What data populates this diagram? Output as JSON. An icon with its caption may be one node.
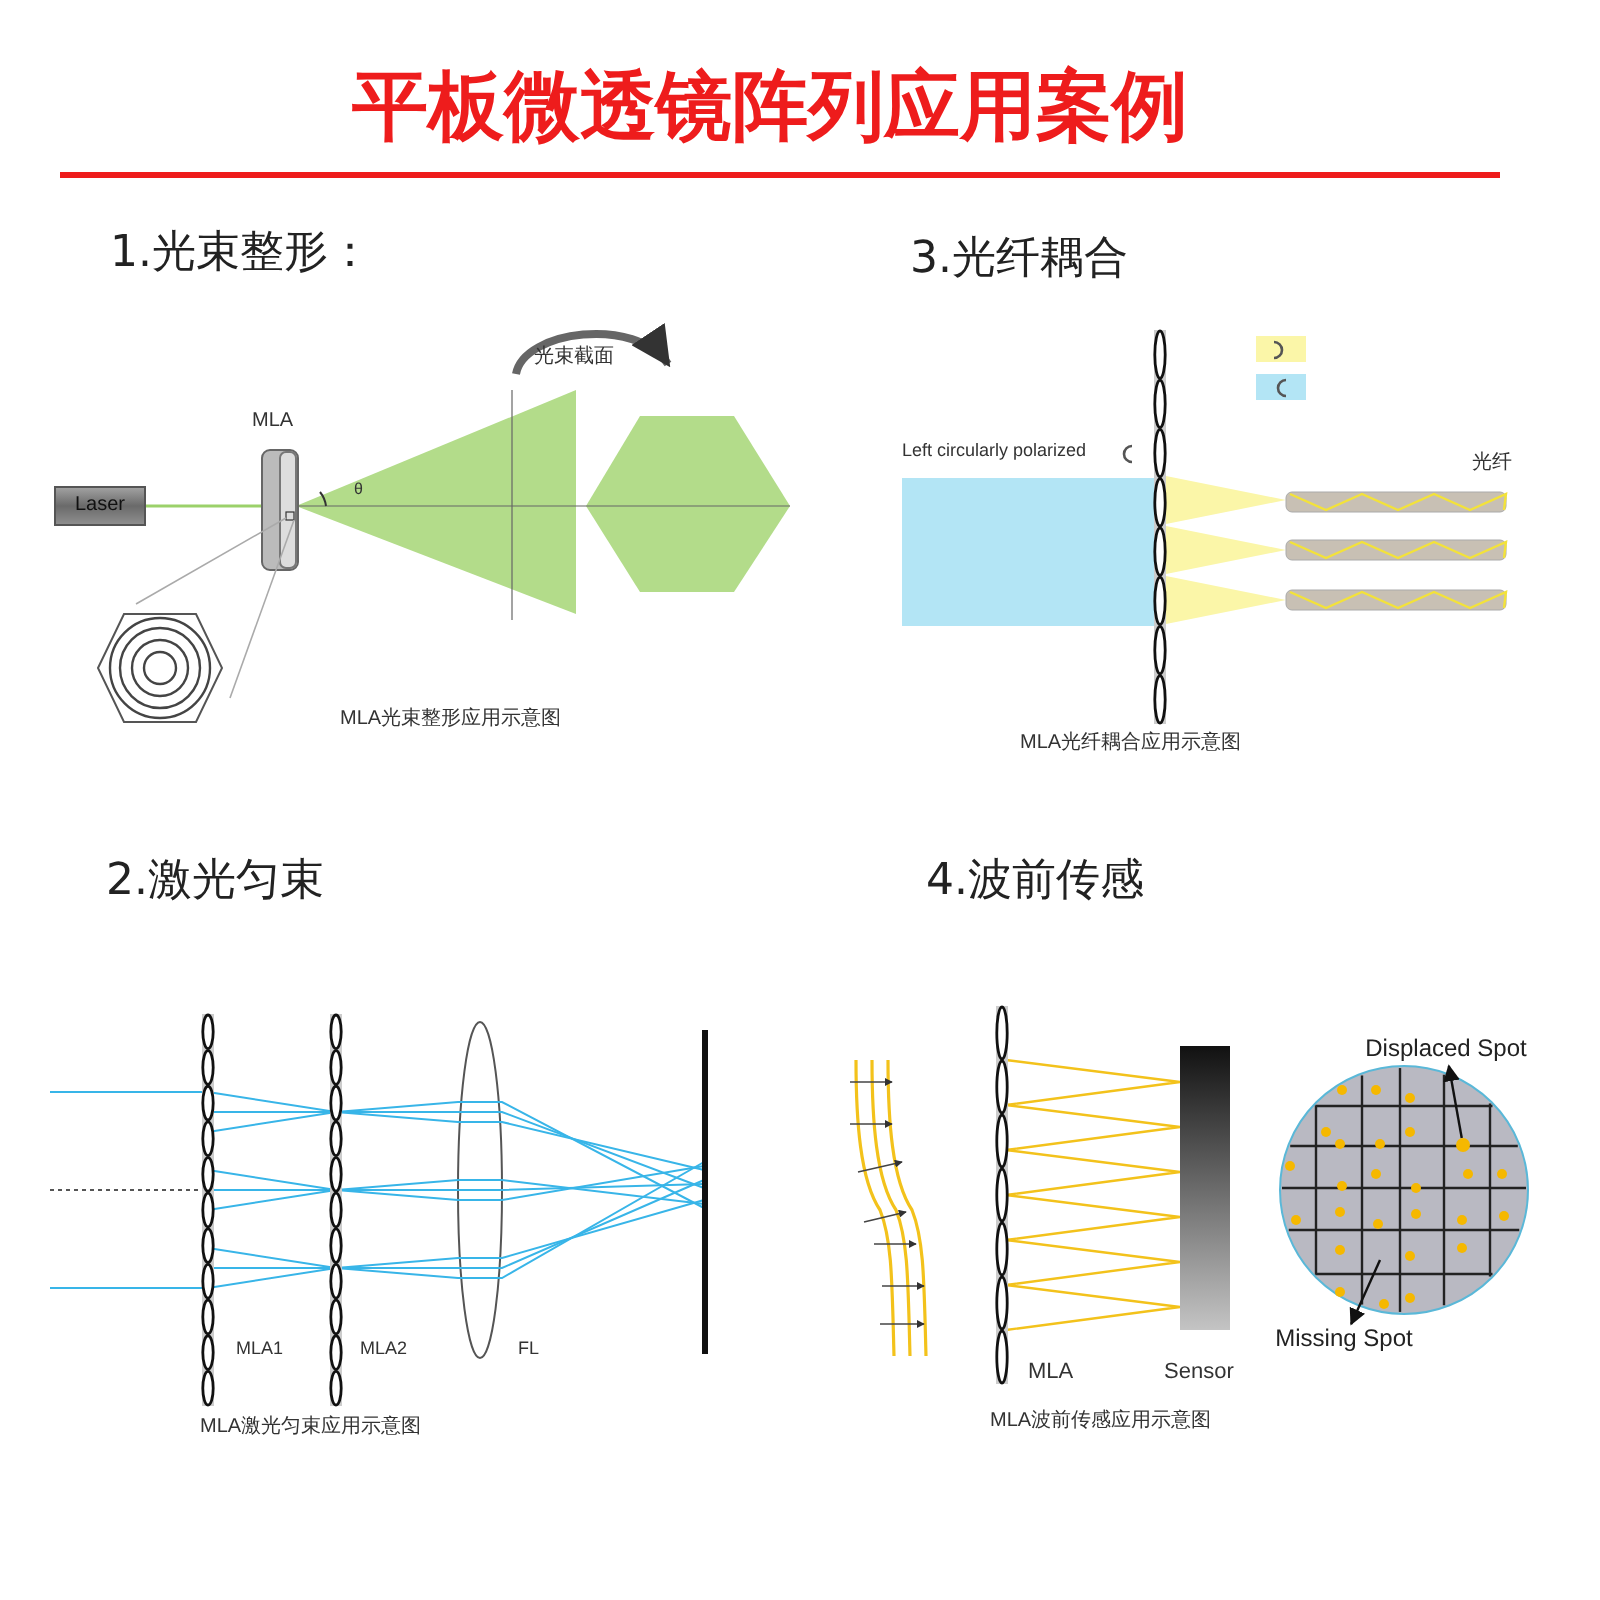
{
  "diagram": {
    "title": "平板微透镜阵列应用案例",
    "nodes": [
      {
        "text": [
          "Laser"
        ]
      },
      {
        "text": [
          "Displaced Spot"
        ]
      },
      {
        "text": [],
        "shape": "circle"
      },
      {
        "text": [
          "Missing Spot"
        ]
      }
    ],
    "edges": [
      {
        "from": 2,
        "to": 1,
        "arrow": "to"
      },
      {
        "from": null,
        "to": 3,
        "arrow": "to"
      }
    ],
    "labels": [
      "1.光束整形：",
      "MLA",
      "θ",
      "光束截面",
      "MLA光束整形应用示意图",
      "3.光纤耦合",
      "Left circularly polarized",
      "光纤",
      "MLA光纤耦合应用示意图",
      "2.激光匀束",
      "MLA1",
      "MLA2",
      "FL",
      "MLA激光匀束应用示意图",
      "4.波前传感",
      "MLA",
      "Sensor",
      "MLA波前传感应用示意图"
    ]
  }
}
